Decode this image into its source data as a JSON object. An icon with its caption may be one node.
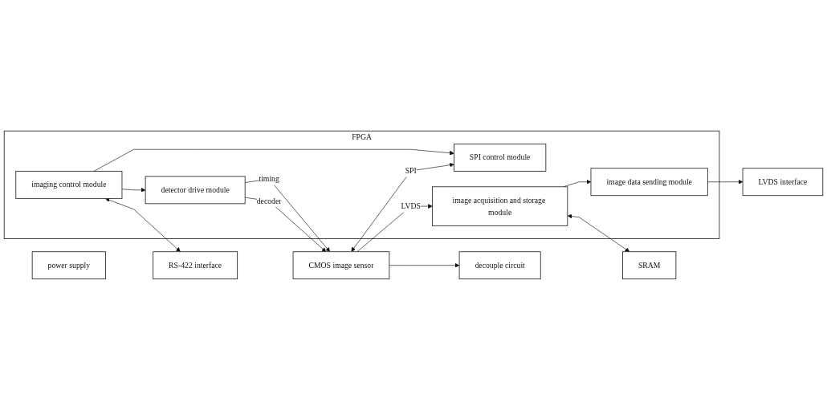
{
  "diagram": {
    "nodes": [
      {
        "text": [
          "CMOS image sensor"
        ]
      },
      {
        "text": [
          "FPGA"
        ]
      },
      {
        "text": [
          "detector drive module"
        ],
        "in": 1
      },
      {
        "text": [
          "imaging control module"
        ],
        "in": 1
      },
      {
        "text": [
          "SPI control module"
        ],
        "in": 1
      },
      {
        "text": [
          "image acquisition and storage module"
        ],
        "in": 1
      },
      {
        "text": [
          "image data sending module"
        ],
        "in": 1
      },
      {
        "text": [
          "RS-422 interface"
        ]
      },
      {
        "text": [
          "LVDS interface"
        ]
      },
      {
        "text": [
          "decouple circuit"
        ]
      },
      {
        "text": [
          "SRAM"
        ]
      },
      {
        "text": [
          "power supply"
        ]
      }
    ],
    "edges": [
      {
        "from": 2,
        "to": 0,
        "arrow": "to",
        "label": "timing"
      },
      {
        "from": 2,
        "to": 0,
        "arrow": "to",
        "label": "decoder"
      },
      {
        "from": 3,
        "to": 2,
        "arrow": "to"
      },
      {
        "from": 3,
        "to": 4,
        "arrow": "to"
      },
      {
        "from": 0,
        "to": 4,
        "arrow": "both",
        "label": "SPI"
      },
      {
        "from": 0,
        "to": 5,
        "arrow": "to",
        "label": "LVDS"
      },
      {
        "from": 5,
        "to": 6,
        "arrow": "to"
      },
      {
        "from": 6,
        "to": 8,
        "arrow": "to"
      },
      {
        "from": 3,
        "to": 7,
        "arrow": "both"
      },
      {
        "from": 0,
        "to": 9,
        "arrow": "to"
      },
      {
        "from": 5,
        "to": 10,
        "arrow": "both"
      }
    ]
  }
}
